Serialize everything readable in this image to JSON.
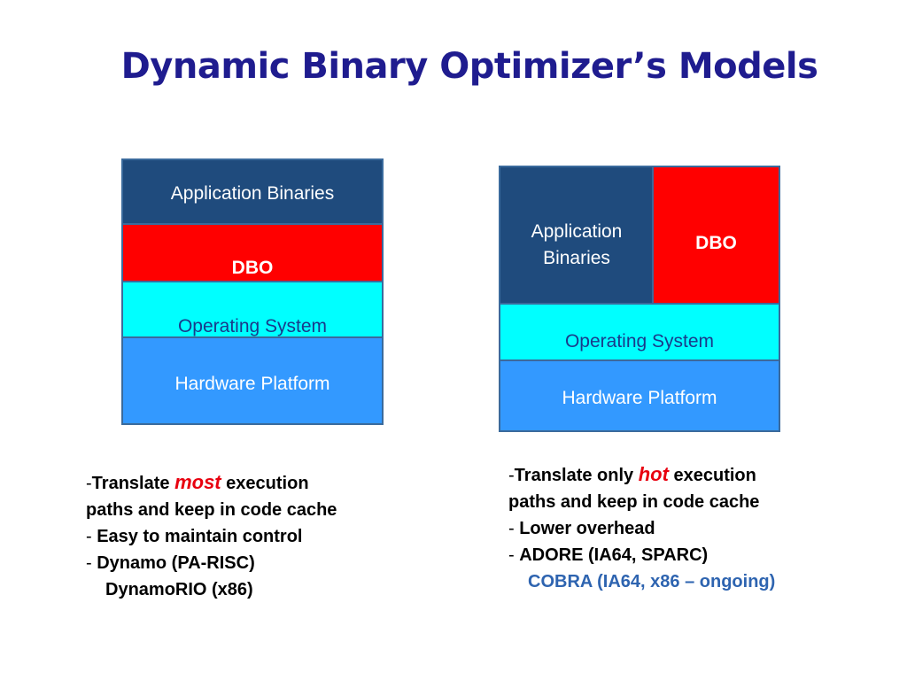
{
  "title": "Dynamic Binary Optimizer’s  Models",
  "left_model": {
    "app": "Application Binaries",
    "dbo": "DBO",
    "os": "Operating System",
    "hw": "Hardware Platform"
  },
  "right_model": {
    "app_line1": "Application",
    "app_line2": "Binaries",
    "dbo": "DBO",
    "os": "Operating System",
    "hw": "Hardware Platform"
  },
  "left_bullets": {
    "l1_dash": "-",
    "l1_pre": "Translate ",
    "l1_hl": "most",
    "l1_post": " execution",
    "l2": "paths and keep in code cache",
    "l3_dash": "- ",
    "l3": "Easy to maintain control",
    "l4_dash": "-  ",
    "l4": "Dynamo (PA-RISC)",
    "l5": "DynamoRIO (x86)"
  },
  "right_bullets": {
    "l1_dash": "-",
    "l1_pre": "Translate only ",
    "l1_hl": "hot",
    "l1_post": "  execution",
    "l2": "paths and keep in code cache",
    "l3_dash": "- ",
    "l3": "Lower overhead",
    "l4_dash": "-  ",
    "l4": "ADORE (IA64, SPARC)",
    "l5": "COBRA (IA64, x86 – ongoing)"
  }
}
